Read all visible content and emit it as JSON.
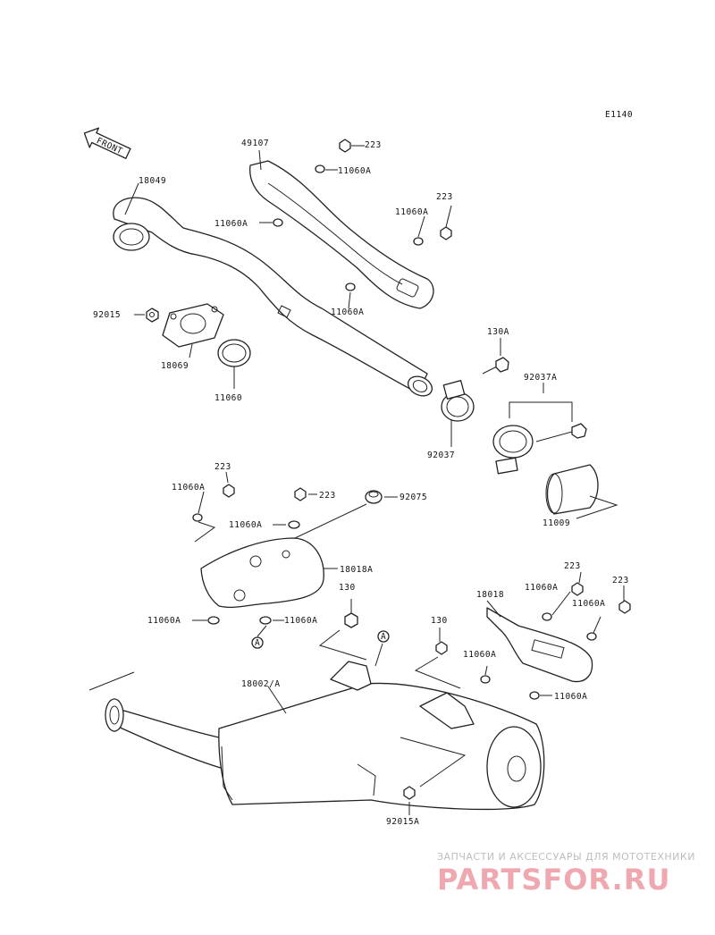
{
  "diagram_code": "E1140",
  "front_label": "FRONT",
  "circle_ref": "A",
  "parts": {
    "p18049": "18049",
    "p49107": "49107",
    "p223_a": "223",
    "p11060A_a": "11060A",
    "p11060A_b": "11060A",
    "p11060A_c": "11060A",
    "p223_b": "223",
    "p11060A_d": "11060A",
    "p92015": "92015",
    "p18069": "18069",
    "p11060": "11060",
    "p130A": "130A",
    "p92037A": "92037A",
    "p92037": "92037",
    "p11009": "11009",
    "p223_c": "223",
    "p11060A_e": "11060A",
    "p223_d": "223",
    "p92075": "92075",
    "p11060A_f": "11060A",
    "p18018A": "18018A",
    "p11060A_g": "11060A",
    "p11060A_h": "11060A",
    "p130_a": "130",
    "p130_b": "130",
    "p18018": "18018",
    "p11060A_i": "11060A",
    "p223_e": "223",
    "p223_f": "223",
    "p11060A_j": "11060A",
    "p11060A_k": "11060A",
    "p11060A_l": "11060A",
    "p18002A": "18002/A",
    "p92015A": "92015A"
  },
  "watermark": {
    "tagline": "ЗАПЧАСТИ И АКСЕССУАРЫ ДЛЯ МОТОТЕХНИКИ",
    "brand": "PARTSFOR.RU"
  }
}
